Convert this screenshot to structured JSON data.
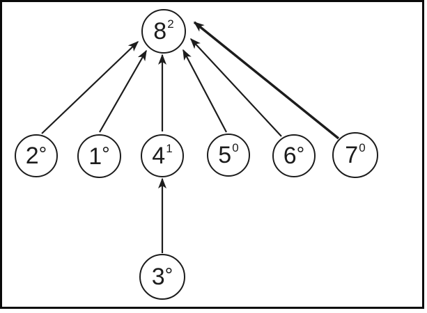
{
  "diagram": {
    "type": "directed-graph",
    "colors": {
      "stroke": "#1c1c1c",
      "frame": "#0a0a0a",
      "background": "#ffffff"
    },
    "nodes": {
      "n8": {
        "base": "8",
        "sup": "2"
      },
      "n2": {
        "base": "2",
        "sup": "°"
      },
      "n1": {
        "base": "1",
        "sup": "°"
      },
      "n4": {
        "base": "4",
        "sup": "1"
      },
      "n5": {
        "base": "5",
        "sup": "0"
      },
      "n6": {
        "base": "6",
        "sup": "°"
      },
      "n7": {
        "base": "7",
        "sup": "0"
      },
      "n3": {
        "base": "3",
        "sup": "°"
      }
    },
    "edges": [
      {
        "from": "2",
        "to": "8"
      },
      {
        "from": "1",
        "to": "8"
      },
      {
        "from": "4",
        "to": "8"
      },
      {
        "from": "5",
        "to": "8"
      },
      {
        "from": "6",
        "to": "8"
      },
      {
        "from": "7",
        "to": "8"
      },
      {
        "from": "3",
        "to": "4"
      }
    ]
  }
}
